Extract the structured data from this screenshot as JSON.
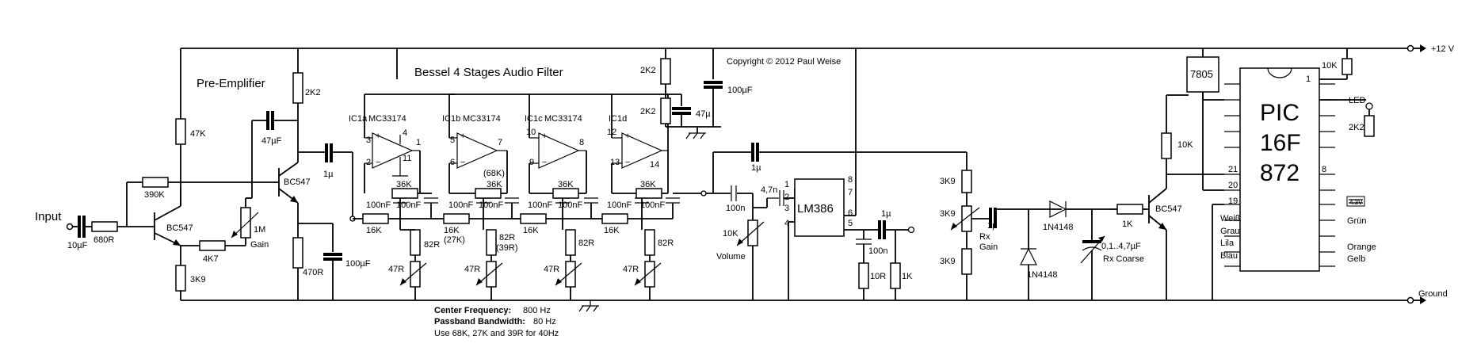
{
  "title": "Bessel 4 Stages Audio Filter",
  "copyright": "Copyright © 2012 Paul Weise",
  "preamp_label": "Pre-Emplifier",
  "rails": {
    "supply": "+12 V",
    "ground": "Ground"
  },
  "input_label": "Input",
  "specs": {
    "center_label": "Center Frequency:",
    "center_value": "800 Hz",
    "bandwidth_label": "Passband Bandwidth:",
    "bandwidth_value": "80 Hz",
    "note": "Use 68K, 27K and 39R for 40Hz"
  },
  "components": {
    "c_in": "10µF",
    "r_in": "680R",
    "q1": "BC547",
    "r_390k": "390K",
    "r_47k": "47K",
    "pot_gain": "1M",
    "pot_gain_label": "Gain",
    "r_4k7": "4K7",
    "r_3k9_pre": "3K9",
    "q2": "BC547",
    "r_2k2_col": "2K2",
    "c_47u_fb": "47µF",
    "r_470": "470R",
    "c_100u_em": "100µF",
    "c_1u_a": "1µ",
    "c_1u_b": "1µ",
    "c_1u_c": "1µ",
    "c_1u_d": "1µ",
    "r_2k2_a": "2K2",
    "r_2k2_b": "2K2",
    "c_47u_div": "47µ",
    "c_100u_sup": "100µF",
    "ic1a": "IC1a",
    "ic1b": "IC1b",
    "ic1c": "IC1c",
    "ic1d": "IC1d",
    "ic_part": "MC33174",
    "r_36k": "36K",
    "r_68k_alt": "(68K)",
    "c_100nf": "100nF",
    "r_16k": "16K",
    "r_27k_alt": "(27K)",
    "r_82r": "82R",
    "r_39r_alt": "(39R)",
    "pot_47r": "47R",
    "c_100n_out": "100n",
    "pot_volume": "10K",
    "pot_volume_label": "Volume",
    "c_4n7": "4,7n",
    "amp": "LM386",
    "c_100n_zob": "100n",
    "r_10r": "10R",
    "r_1k_out": "1K",
    "r_3k9_top": "3K9",
    "pot_rx_gain": "3K9",
    "rx_gain_label": "Rx",
    "rx_gain_label2": "Gain",
    "r_3k9_bot": "3K9",
    "d1": "1N4148",
    "d2": "1N4148",
    "c_var": "0,1..4,7µF",
    "rx_coarse": "Rx Coarse",
    "r_1k_b": "1K",
    "q3": "BC547",
    "r_10k_b": "10K",
    "reg": "7805",
    "r_10k_pu": "10K",
    "led": "LED",
    "r_2k2_led": "2K2"
  },
  "pic": {
    "line1": "PIC",
    "line2": "16F",
    "line3": "872",
    "wire_labels": [
      "Weiß",
      "Grau",
      "Lila",
      "Blau",
      "Grün",
      "Orange",
      "Gelb"
    ],
    "lcd": "4.3V"
  },
  "pins": {
    "ic1a": [
      "3",
      "4",
      "1",
      "2",
      "11"
    ],
    "ic1b": [
      "5",
      "7",
      "6"
    ],
    "ic1c": [
      "10",
      "8",
      "9"
    ],
    "ic1d": [
      "12",
      "14",
      "13"
    ],
    "lm386": [
      "1",
      "2",
      "3",
      "4",
      "5",
      "6",
      "7",
      "8"
    ],
    "pic": [
      "1",
      "8",
      "20",
      "19",
      "21"
    ]
  }
}
